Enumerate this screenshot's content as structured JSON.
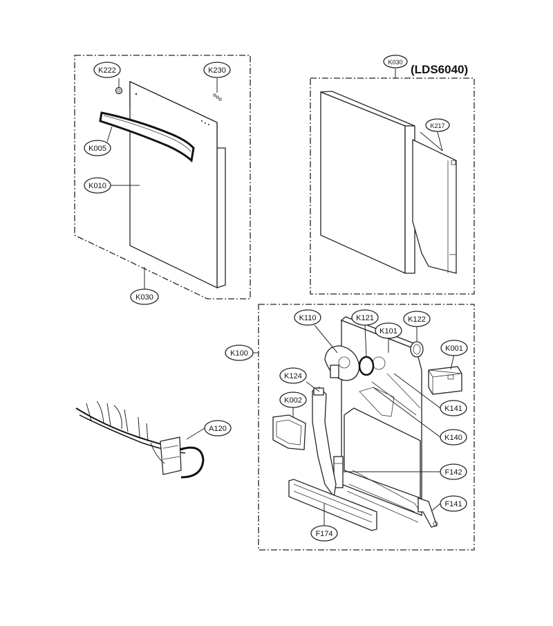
{
  "model_label": "(LDS6040)",
  "callouts": {
    "k222": "K222",
    "k230": "K230",
    "k005": "K005",
    "k010": "K010",
    "k030_bottom": "K030",
    "k030_top": "K030",
    "k217": "K217",
    "k100": "K100",
    "k110": "K110",
    "k121": "K121",
    "k122": "K122",
    "k101": "K101",
    "k001": "K001",
    "k124": "K124",
    "k002": "K002",
    "k141": "K141",
    "k140": "K140",
    "a120": "A120",
    "f142": "F142",
    "f141": "F141",
    "f174": "F174"
  }
}
